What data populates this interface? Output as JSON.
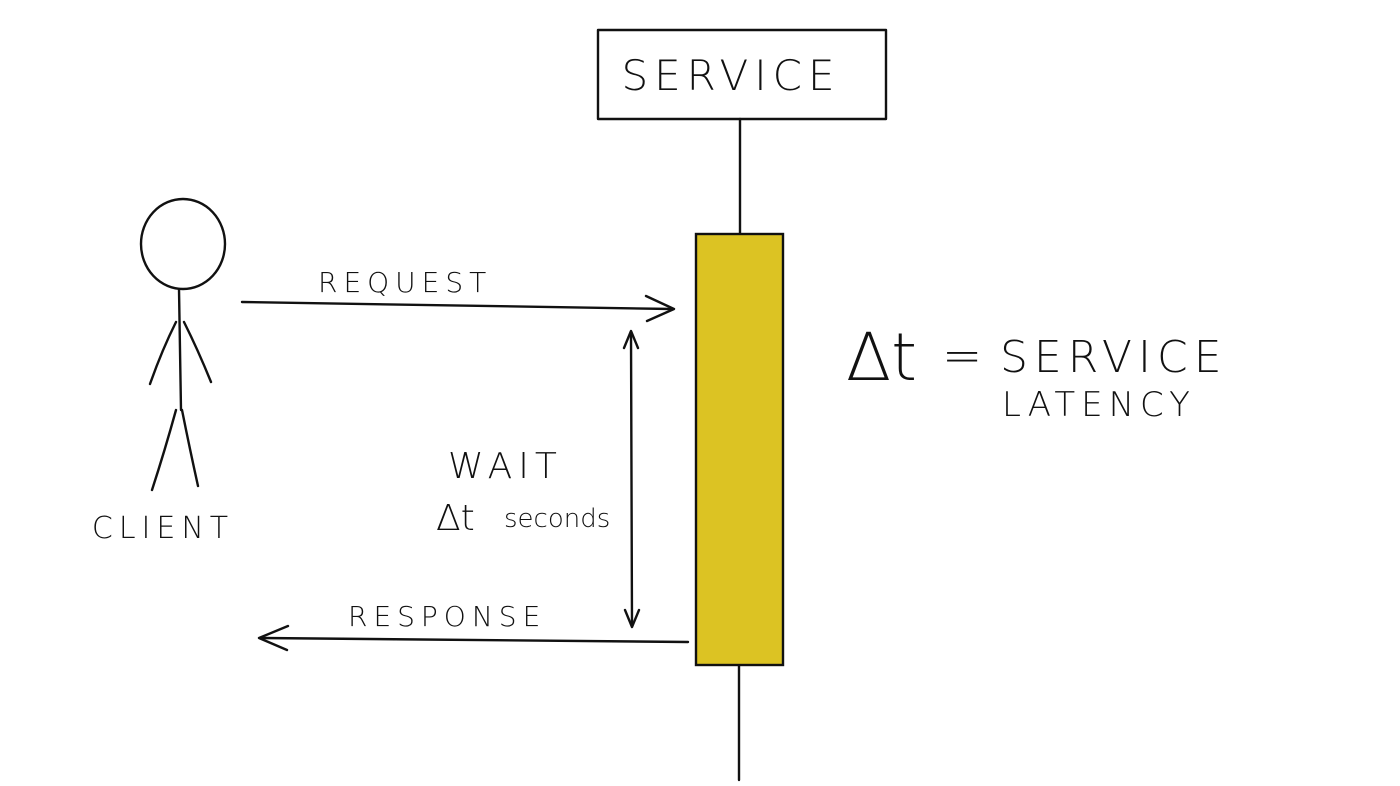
{
  "service": {
    "label": "SERVICE"
  },
  "client": {
    "label": "CLIENT"
  },
  "messages": {
    "request": "REQUEST",
    "response": "RESPONSE"
  },
  "wait": {
    "line1": "WAIT",
    "delta_symbol": "Δt",
    "unit": "seconds"
  },
  "definition": {
    "delta_symbol": "Δt",
    "equals": "=",
    "word1": "SERVICE",
    "word2": "LATENCY"
  },
  "colors": {
    "ink": "#111111",
    "processing_bar": "#dcc323"
  }
}
